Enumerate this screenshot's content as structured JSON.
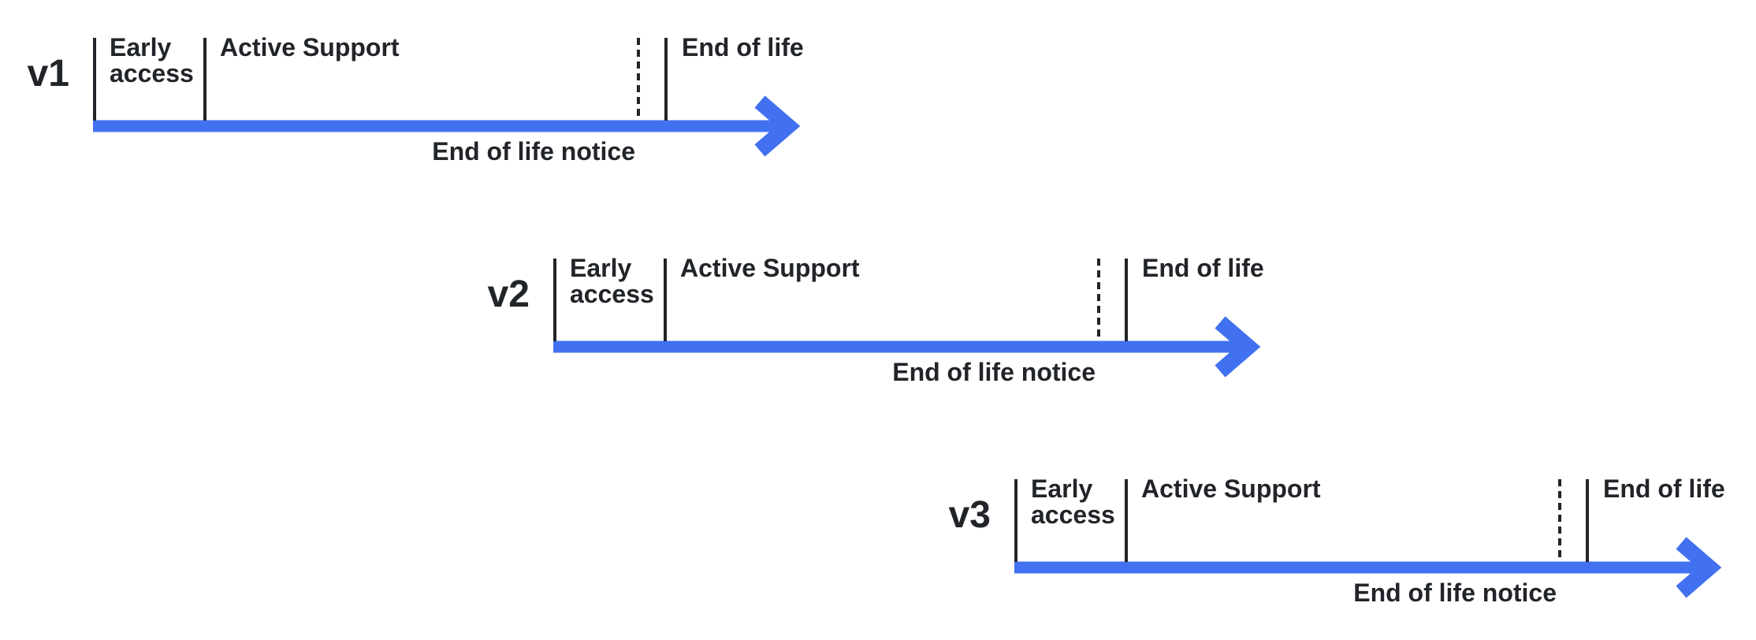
{
  "rows": [
    {
      "version": "v1",
      "early_access": "Early access",
      "active_support": "Active Support",
      "end_of_life": "End of life",
      "end_of_life_notice": "End of life notice"
    },
    {
      "version": "v2",
      "early_access": "Early access",
      "active_support": "Active Support",
      "end_of_life": "End of life",
      "end_of_life_notice": "End of life notice"
    },
    {
      "version": "v3",
      "early_access": "Early access",
      "active_support": "Active Support",
      "end_of_life": "End of life",
      "end_of_life_notice": "End of life notice"
    }
  ],
  "colors": {
    "arrow": "#4171F0",
    "ink": "#212428"
  }
}
